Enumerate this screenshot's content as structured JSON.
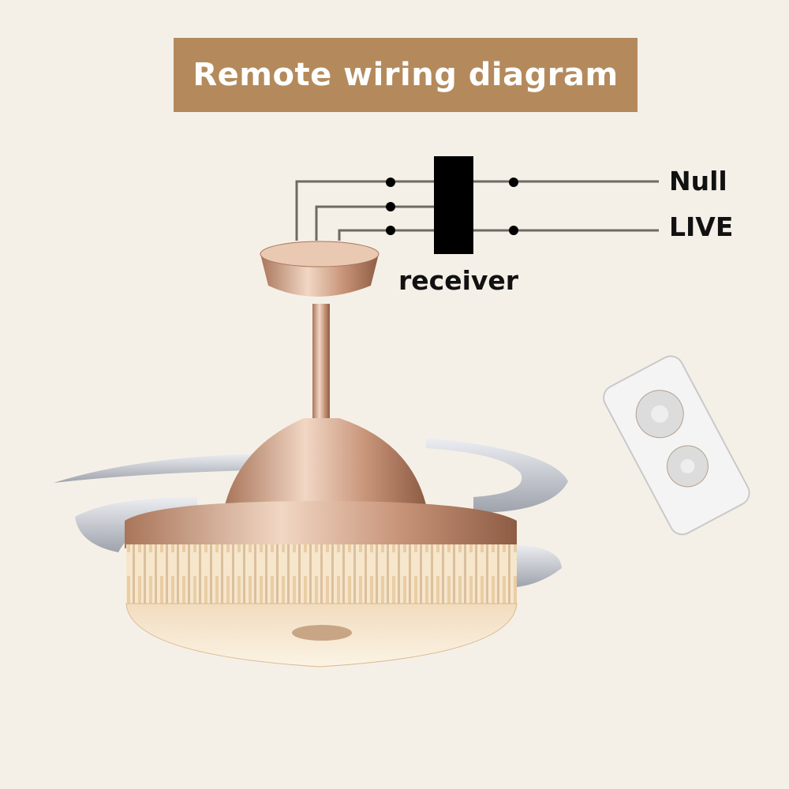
{
  "title": "Remote wiring diagram",
  "labels": {
    "null": "Null",
    "live": "LIVE",
    "receiver": "receiver"
  },
  "colors": {
    "title_bg": "#b48a5c",
    "background": "#f5f0e7",
    "wire": "#6e6a62",
    "gold": "#c9a07e"
  }
}
